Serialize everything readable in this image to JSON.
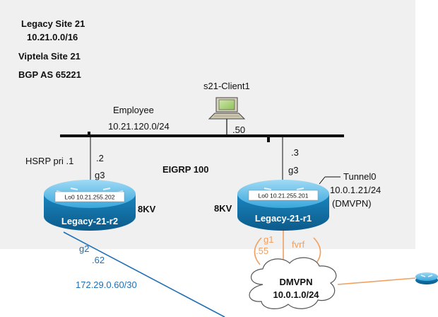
{
  "site": {
    "legacy_name": "Legacy Site 21",
    "legacy_subnet": "10.21.0.0/16",
    "viptela_name": "Viptela Site 21",
    "bgp_as": "BGP AS 65221"
  },
  "client": {
    "name": "s21-Client1",
    "host_ip": ".50"
  },
  "lan": {
    "name": "Employee",
    "subnet": "10.21.120.0/24"
  },
  "hsrp": {
    "label": "HSRP pri .1"
  },
  "eigrp": {
    "label": "EIGRP 100"
  },
  "router_r2": {
    "name": "Legacy-21-r2",
    "loopback": "Lo0 10.21.255.202",
    "platform": "8KV",
    "lan_ip": ".2",
    "lan_if": "g3",
    "wan_if": "g2",
    "wan_ip": ".62"
  },
  "router_r1": {
    "name": "Legacy-21-r1",
    "loopback": "Lo0 10.21.255.201",
    "platform": "8KV",
    "lan_ip": ".3",
    "lan_if": "g3",
    "wan_if": "g1",
    "wan_ip": ".55",
    "vrf": "fvrf"
  },
  "tunnel": {
    "name": "Tunnel0",
    "ip": "10.0.1.21/24",
    "type": "(DMVPN)"
  },
  "dmvpn": {
    "name": "DMVPN",
    "subnet": "10.0.1.0/24"
  },
  "wan_link": {
    "subnet": "172.29.0.60/30"
  },
  "colors": {
    "wan_blue": "#1f6fb5",
    "fvrf_orange": "#f0a060",
    "router_blue": "#1e8bc3"
  }
}
